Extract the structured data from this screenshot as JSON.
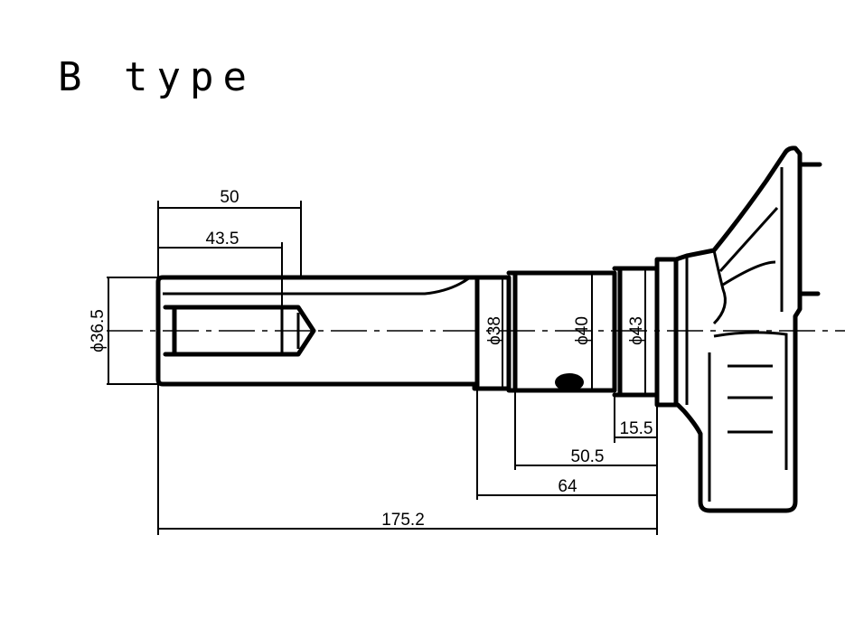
{
  "title": "B type",
  "dimensions": {
    "thread_length": "50",
    "thread_depth": "43.5",
    "dia_tip": "ϕ36.5",
    "dia_38": "ϕ38",
    "dia_40": "ϕ40",
    "dia_43": "ϕ43",
    "len_15_5": "15.5",
    "len_50_5": "50.5",
    "len_64": "64",
    "total_length": "175.2"
  }
}
